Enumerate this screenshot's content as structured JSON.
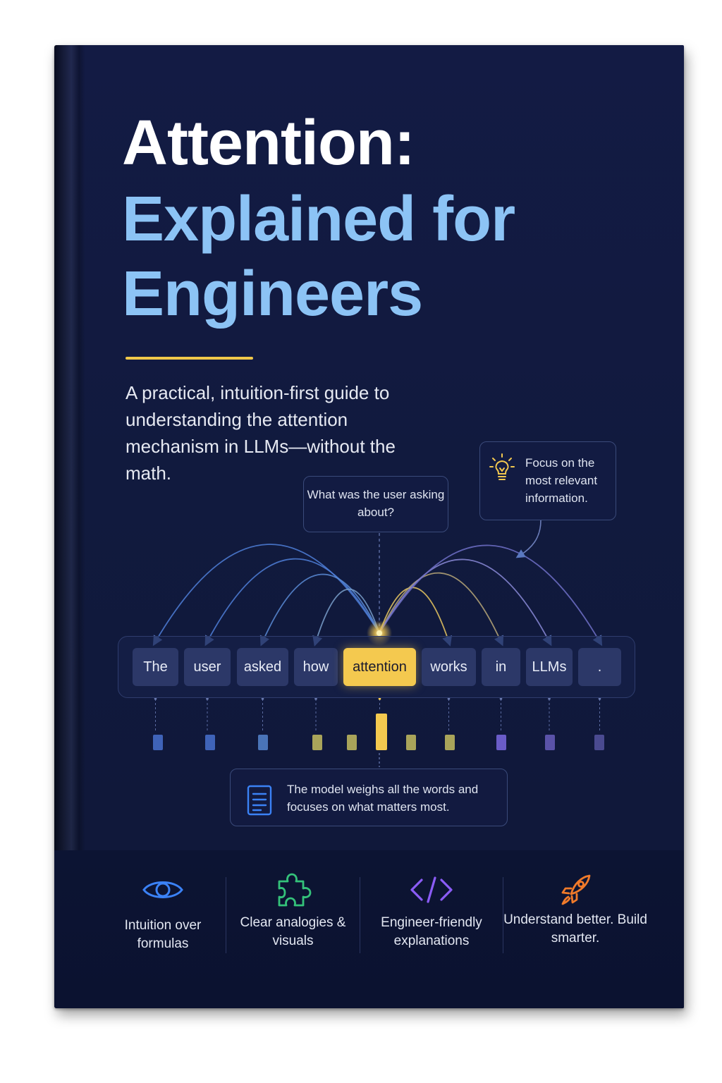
{
  "cover": {
    "title_line1": "Attention:",
    "title_line2": "Explained for",
    "title_line3": "Engineers",
    "subtitle": "A practical, intuition-first guide to understanding the attention mechanism in LLMs—without the math.",
    "accent_color": "#8cc3f5",
    "highlight_color": "#f4c94f",
    "background_color": "#121a40"
  },
  "callouts": {
    "question": "What was the user asking about?",
    "focus": "Focus on the most relevant information.",
    "focus_icon": "lightbulb-icon",
    "model": "The model weighs all the words and focuses on what matters most.",
    "model_icon": "document-icon"
  },
  "tokens": [
    {
      "text": "The",
      "weight": 0.35,
      "active": false
    },
    {
      "text": "user",
      "weight": 0.35,
      "active": false
    },
    {
      "text": "asked",
      "weight": 0.35,
      "active": false
    },
    {
      "text": "how",
      "weight": 0.4,
      "active": false
    },
    {
      "text": "attention",
      "weight": 1.0,
      "active": true
    },
    {
      "text": "works",
      "weight": 0.4,
      "active": false
    },
    {
      "text": "in",
      "weight": 0.35,
      "active": false
    },
    {
      "text": "LLMs",
      "weight": 0.35,
      "active": false
    },
    {
      "text": ".",
      "weight": 0.35,
      "active": false
    }
  ],
  "features": [
    {
      "icon": "eye-icon",
      "label": "Intuition over formulas",
      "color": "#3b82f6"
    },
    {
      "icon": "puzzle-icon",
      "label": "Clear analogies & visuals",
      "color": "#34c27a"
    },
    {
      "icon": "code-icon",
      "label": "Engineer-friendly explanations",
      "color": "#8b5cf6"
    },
    {
      "icon": "rocket-icon",
      "label": "Understand better. Build smarter.",
      "color": "#f07a2a"
    }
  ]
}
